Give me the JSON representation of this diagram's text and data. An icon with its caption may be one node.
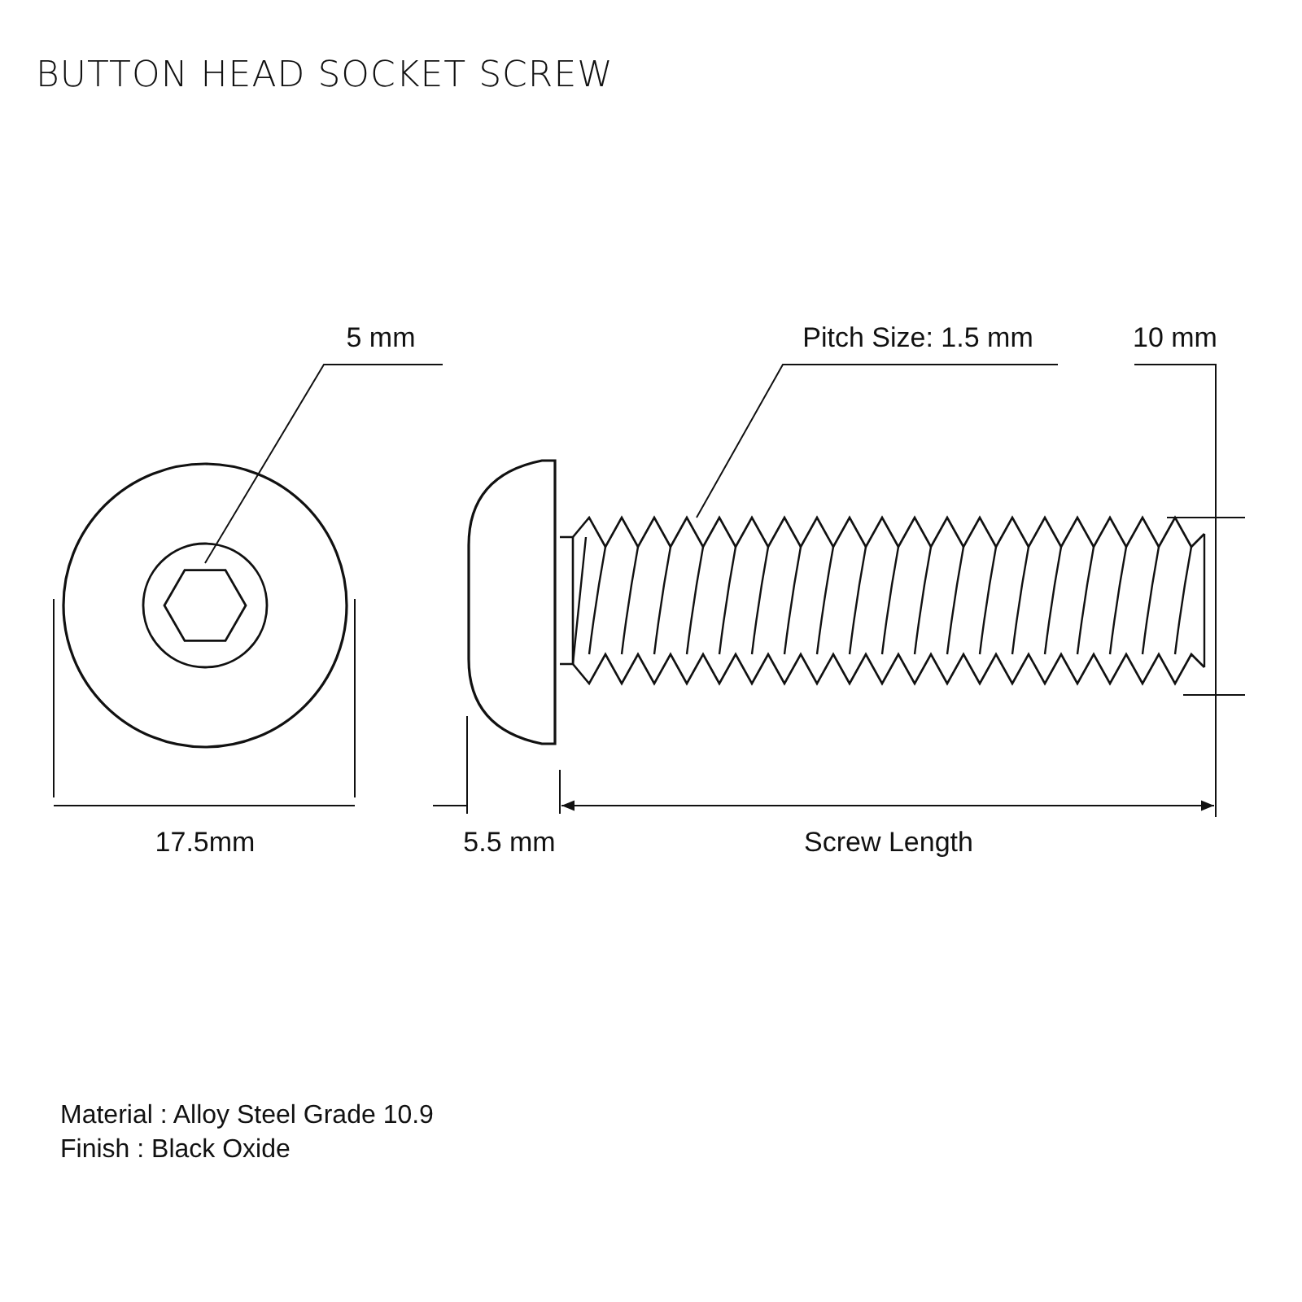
{
  "diagram": {
    "title": "BUTTON HEAD SOCKET SCREW",
    "nodes": [
      {
        "text": [
          "5 mm"
        ]
      },
      {
        "text": [],
        "shape": "hexagon"
      },
      {
        "text": [
          "Pitch Size: 1.5 mm"
        ]
      },
      {
        "text": [],
        "shape": "picture"
      }
    ],
    "edges": [
      {
        "from": 0,
        "to": 1,
        "arrow": "none"
      },
      {
        "from": 2,
        "to": 3,
        "arrow": "none"
      }
    ],
    "labels": [
      "17.5mm",
      "5.5 mm",
      "Screw Length",
      "10 mm",
      "Material : Alloy Steel Grade 10.9",
      "Finish : Black Oxide"
    ]
  }
}
